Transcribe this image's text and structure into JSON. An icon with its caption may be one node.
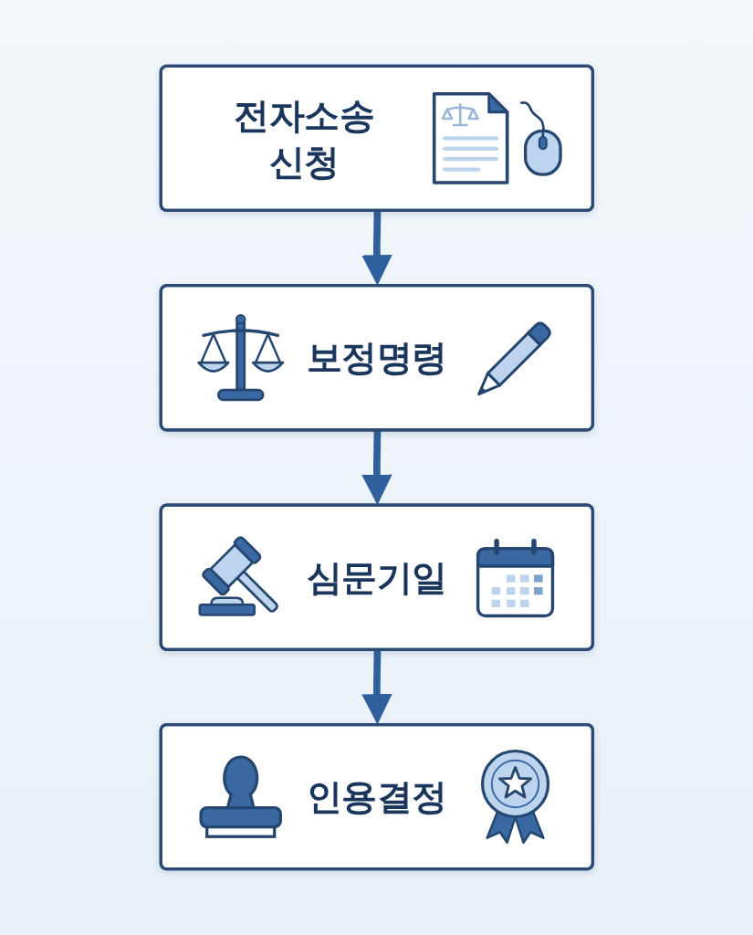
{
  "diagram": {
    "nodes": [
      {
        "text": [
          "전자소송 신청"
        ]
      },
      {
        "text": [
          "보정명령"
        ]
      },
      {
        "text": [
          "심문기일"
        ]
      },
      {
        "text": [
          "인용결정"
        ]
      }
    ],
    "edges": [
      {
        "from": 0,
        "to": 1,
        "arrow": "to"
      },
      {
        "from": 1,
        "to": 2,
        "arrow": "to"
      },
      {
        "from": 2,
        "to": 3,
        "arrow": "to"
      }
    ]
  }
}
